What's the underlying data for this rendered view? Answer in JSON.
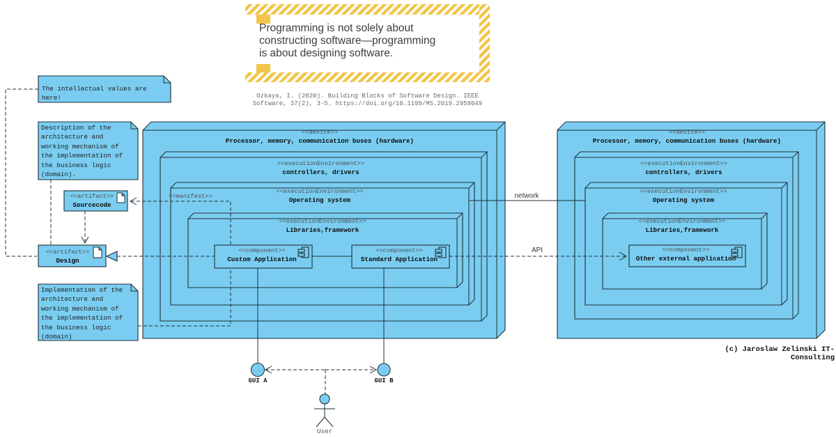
{
  "quote": {
    "text": "Programming is not solely about\nconstructing software—programming\nis about designing software.",
    "citation": "Ozkaya, I. (2020). Building Blocks of Software Design. IEEE\nSoftware, 37(2), 3-5. https://doi.org/10.1109/MS.2019.2959049"
  },
  "notes": {
    "intellectual": "The intellectual values are here!",
    "description": "Description of the\narchitecture and\nworking mechanism of\nthe implementation of\nthe business logic\n(domain).",
    "implementation": "Implementation of the\narchitecture and\nworking mechanism of\nthe implementation of\nthe business logic\n(domain)"
  },
  "artifacts": {
    "sourcecode": {
      "stereotype": "<<artifact>>",
      "name": "Sourcecode"
    },
    "design": {
      "stereotype": "<<artifact>>",
      "name": "Design"
    }
  },
  "left_device": {
    "stereotype": "<<device>>",
    "name": "Processor, memory, communication buses (hardware)",
    "env1": {
      "stereotype": "<<executionEnvironment>>",
      "name": "controllers, drivers"
    },
    "env2": {
      "stereotype": "<<executionEnvironment>>",
      "name": "Operating system"
    },
    "env3": {
      "stereotype": "<<executionEnvironment>>",
      "name": "Libraries,framework"
    },
    "custom_app": {
      "stereotype": "<<component>>",
      "name": "Custom Application"
    },
    "standard_app": {
      "stereotype": "<<component>>",
      "name": "Standard Application"
    }
  },
  "right_device": {
    "stereotype": "<<device>>",
    "name": "Processor, memory, communication buses (hardware)",
    "env1": {
      "stereotype": "<<executionEnvironment>>",
      "name": "controllers, drivers"
    },
    "env2": {
      "stereotype": "<<executionEnvironment>>",
      "name": "Operating system"
    },
    "env3": {
      "stereotype": "<<executionEnvironment>>",
      "name": "Libraries,framework"
    },
    "other_app": {
      "stereotype": "<<component>>",
      "name": "Other external application"
    }
  },
  "connectors": {
    "manifest": "<<manifest>>",
    "network": "network",
    "api": "API"
  },
  "bottom": {
    "gui_a": "GUI A",
    "gui_b": "GUI B",
    "user": "User"
  },
  "copyright": "(c) Jaroslaw Zelinski IT-Consulting",
  "colors": {
    "node_fill": "#7acdf1",
    "border": "#1f2f38",
    "stereotype_gray": "#4e4e4e",
    "hatch_yellow": "#f2c64b"
  }
}
